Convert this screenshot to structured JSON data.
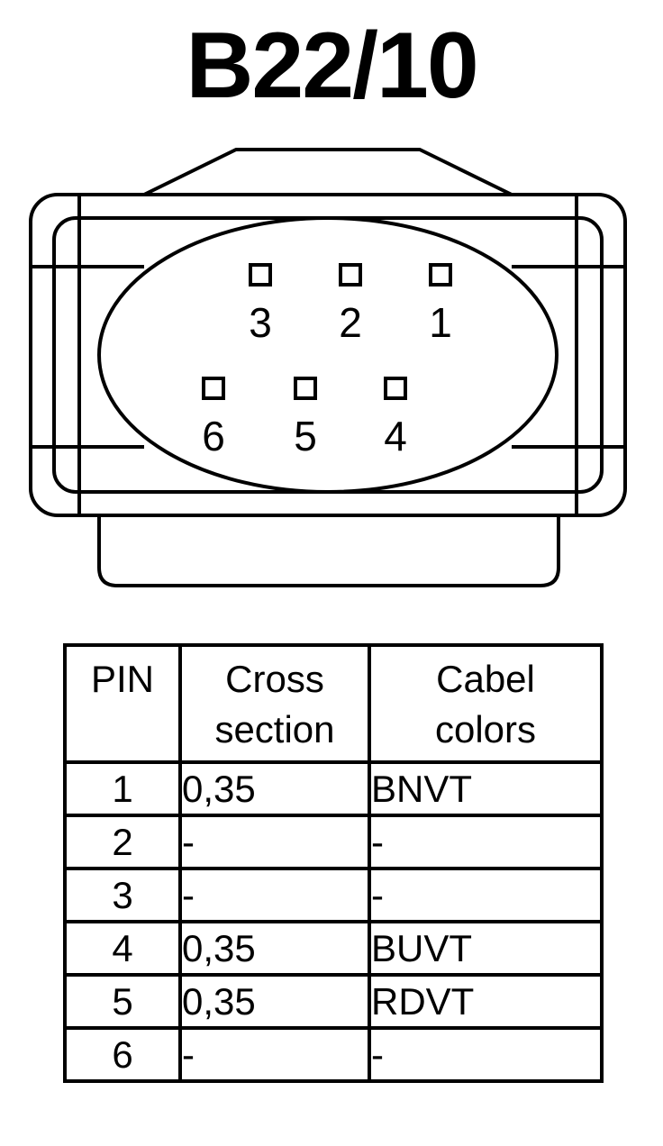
{
  "title": "B22/10",
  "pins_diagram": [
    {
      "label": "3"
    },
    {
      "label": "2"
    },
    {
      "label": "1"
    },
    {
      "label": "6"
    },
    {
      "label": "5"
    },
    {
      "label": "4"
    }
  ],
  "table": {
    "headers": {
      "pin": "PIN",
      "cross_line1": "Cross",
      "cross_line2": "section",
      "color_line1": "Cabel",
      "color_line2": "colors"
    },
    "rows": [
      {
        "pin": "1",
        "cross": "0,35",
        "color": "BNVT"
      },
      {
        "pin": "2",
        "cross": "-",
        "color": "-"
      },
      {
        "pin": "3",
        "cross": "-",
        "color": "-"
      },
      {
        "pin": "4",
        "cross": "0,35",
        "color": "BUVT"
      },
      {
        "pin": "5",
        "cross": "0,35",
        "color": "RDVT"
      },
      {
        "pin": "6",
        "cross": "-",
        "color": "-"
      }
    ]
  }
}
